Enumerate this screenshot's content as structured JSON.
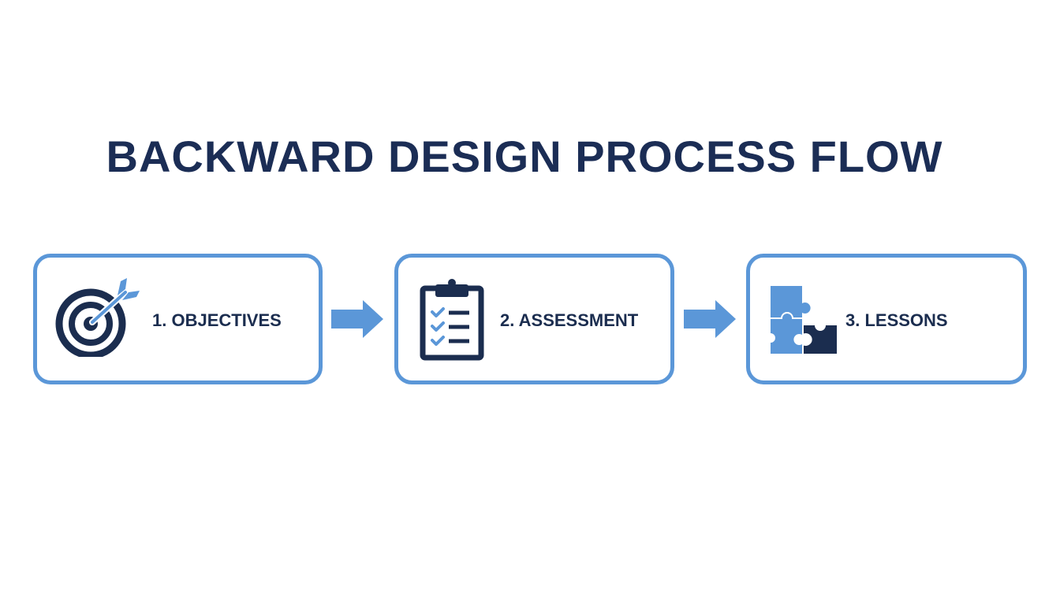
{
  "title": "BACKWARD DESIGN PROCESS FLOW",
  "colors": {
    "title": "#1b2d55",
    "navy": "#1b2d4f",
    "accent_blue": "#5b97d8",
    "background": "#ffffff"
  },
  "steps": [
    {
      "number": 1,
      "label": "1. OBJECTIVES",
      "icon": "target-with-arrow-icon"
    },
    {
      "number": 2,
      "label": "2. ASSESSMENT",
      "icon": "clipboard-checklist-icon"
    },
    {
      "number": 3,
      "label": "3. LESSONS",
      "icon": "puzzle-pieces-icon"
    }
  ],
  "connectors": [
    {
      "from": 1,
      "to": 2,
      "icon": "arrow-right-icon"
    },
    {
      "from": 2,
      "to": 3,
      "icon": "arrow-right-icon"
    }
  ]
}
